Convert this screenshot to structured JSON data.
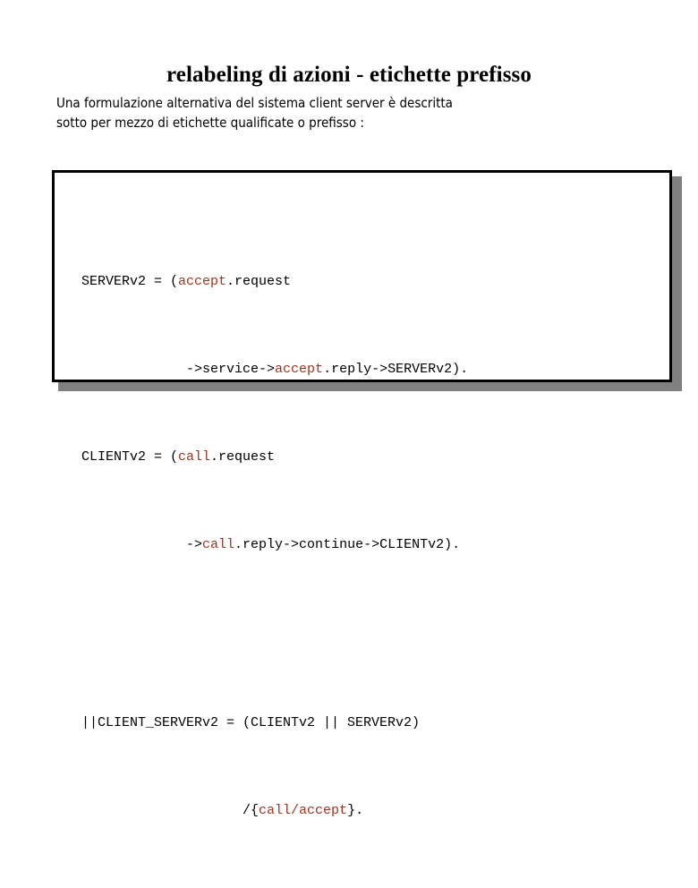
{
  "slide": {
    "title": "relabeling di azioni - etichette prefisso",
    "body": {
      "line1": "Una formulazione alternativa del sistema client server è descritta",
      "line2": "sotto per mezzo di etichette qualificate o prefisso :"
    },
    "code": {
      "line1_a": "SERVERv2 = (",
      "line1_kw": "accept",
      "line1_b": ".request",
      "line2_a": "             ->service->",
      "line2_kw": "accept",
      "line2_b": ".reply->SERVERv2).",
      "line3_a": "CLIENTv2 = (",
      "line3_kw": "call",
      "line3_b": ".request",
      "line4_a": "             ->",
      "line4_kw": "call",
      "line4_b": ".reply->continue->CLIENTv2).",
      "line5": "",
      "line6": "||CLIENT_SERVERv2 = (CLIENTv2 || SERVERv2)",
      "line7_a": "                    /{",
      "line7_kw": "call/accept",
      "line7_b": "}."
    }
  },
  "colors": {
    "keyword": "#9e3520",
    "text": "#000000",
    "background": "#ffffff",
    "box_border": "#000000",
    "box_shadow": "#808080"
  }
}
